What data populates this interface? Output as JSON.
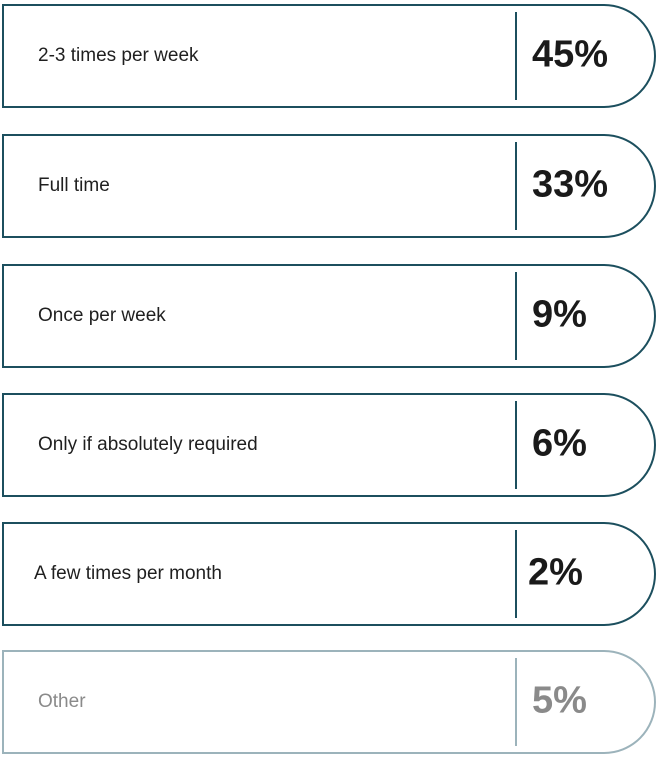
{
  "chart_data": {
    "type": "table",
    "categories": [
      "2-3 times per week",
      "Full time",
      "Once per week",
      "Only if absolutely required",
      "A few times per month",
      "Other"
    ],
    "values": [
      45,
      33,
      9,
      6,
      2,
      5
    ],
    "value_labels": [
      "45%",
      "33%",
      "9%",
      "6%",
      "2%",
      "5%"
    ],
    "muted_categories": [
      "Other"
    ],
    "colors": {
      "border": "#1c4f5e",
      "border_muted": "#9cb3bb",
      "text": "#1a1a1a",
      "text_muted": "#8a8a8a"
    }
  }
}
